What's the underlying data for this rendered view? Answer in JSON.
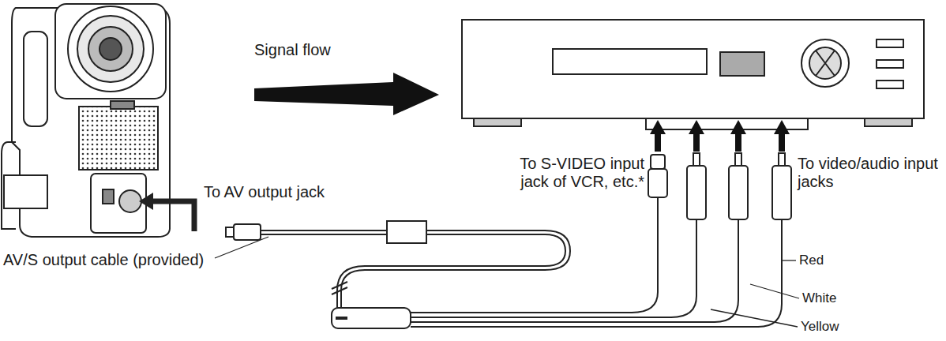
{
  "diagram": {
    "labels": [
      "Signal flow",
      "To AV output jack",
      "AV/S output cable (provided)",
      "To S-VIDEO input jack of VCR, etc.*",
      "To video/audio input jacks",
      "Red",
      "White",
      "Yellow"
    ]
  }
}
